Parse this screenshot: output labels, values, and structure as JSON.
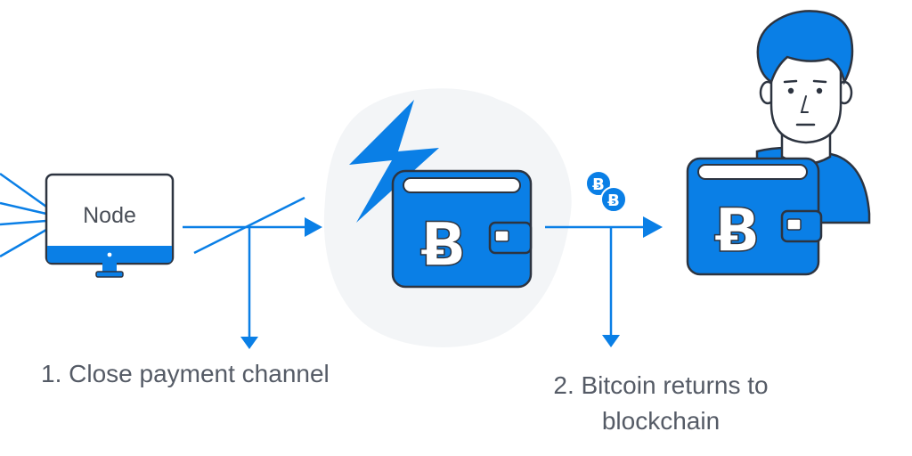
{
  "node": {
    "label": "Node"
  },
  "steps": [
    {
      "label": "1. Close payment channel"
    },
    {
      "label": "2. Bitcoin returns to blockchain"
    }
  ],
  "icons": {
    "bitcoin_symbol": "Ƀ",
    "names": [
      "computer-icon",
      "lightning-bolt-icon",
      "wallet-icon",
      "coins-icon",
      "user-avatar-icon",
      "arrow-icon"
    ]
  },
  "colors": {
    "accent": "#0a7fe6",
    "outline": "#2d3440",
    "blob": "#f3f5f7",
    "text": "#555b66"
  }
}
